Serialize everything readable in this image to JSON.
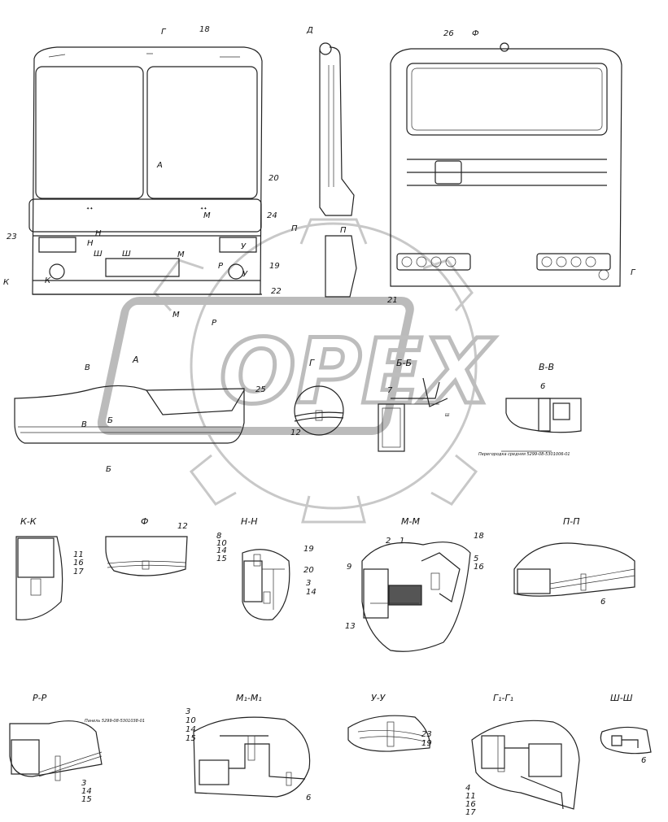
{
  "watermark": {
    "text": "OPEX"
  },
  "front_view": {
    "callouts": [
      "18",
      "Г",
      "А",
      "20",
      "23",
      "Н",
      "24",
      "Ш",
      "Ш",
      "М",
      "М",
      "У",
      "Н",
      "У",
      "Р",
      "19",
      "22",
      "К",
      "К"
    ]
  },
  "side_view": {
    "callouts": [
      "Д",
      "П",
      "П"
    ]
  },
  "rear_view": {
    "callouts": [
      "26",
      "Ф",
      "21",
      "Г"
    ]
  },
  "cut_markers": {
    "M": "М",
    "P": "Р"
  },
  "view_a": {
    "title": "А",
    "labels": [
      "В",
      "В",
      "Б",
      "Б",
      "25"
    ]
  },
  "section_g": {
    "title": "Г",
    "labels": [
      "12"
    ]
  },
  "section_bb": {
    "title": "Б-Б",
    "labels": [
      "7",
      "Ш"
    ]
  },
  "section_vv": {
    "title": "В-В",
    "labels": [
      "6"
    ],
    "note": "Перегородка средняя 5299-08-5301006-01"
  },
  "section_kk": {
    "title": "К-К",
    "labels": [
      "11",
      "16",
      "17"
    ]
  },
  "section_f": {
    "title": "Ф",
    "labels": [
      "12"
    ]
  },
  "section_nn": {
    "title": "Н-Н",
    "labels": [
      "8",
      "10",
      "14",
      "15",
      "19",
      "20",
      "3",
      "14"
    ]
  },
  "section_mm": {
    "title": "М-М",
    "labels": [
      "2",
      "1",
      "18",
      "5",
      "16",
      "9",
      "13"
    ]
  },
  "section_pp": {
    "title": "П-П",
    "labels": [
      "6"
    ]
  },
  "section_rr": {
    "title": "Р-Р",
    "labels": [
      "3",
      "14",
      "15"
    ],
    "note": "Панель 5299-08-5301038-01"
  },
  "section_m1": {
    "title": "М₁-М₁",
    "labels": [
      "3",
      "10",
      "14",
      "15",
      "6"
    ]
  },
  "section_uu": {
    "title": "У-У",
    "labels": [
      "23",
      "19"
    ]
  },
  "section_g1": {
    "title": "Г₁-Г₁",
    "labels": [
      "4",
      "11",
      "16",
      "17"
    ]
  },
  "section_shsh": {
    "title": "Ш-Ш",
    "labels": [
      "6"
    ]
  }
}
